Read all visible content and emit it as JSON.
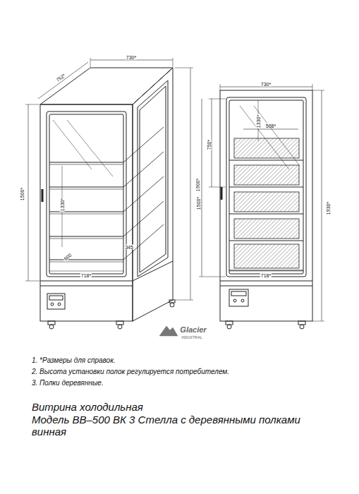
{
  "diagram": {
    "title": "Витрина холодильная",
    "caption": "Модель ВВ–500 ВК 3 Стелла с деревянными полками винная",
    "labels": [
      "752*",
      "730*",
      "1500*",
      "1330*",
      "600",
      "345",
      "718*",
      "1900*",
      "730*",
      "568*",
      "1330*",
      "750*",
      "1500*",
      "1930*",
      "718*",
      "Glacier",
      "INDUSTRIAL",
      "1. *Размеры для справок.",
      "2. Высота установки полок регулируется потребителем.",
      "3. Полки деревянные."
    ]
  }
}
